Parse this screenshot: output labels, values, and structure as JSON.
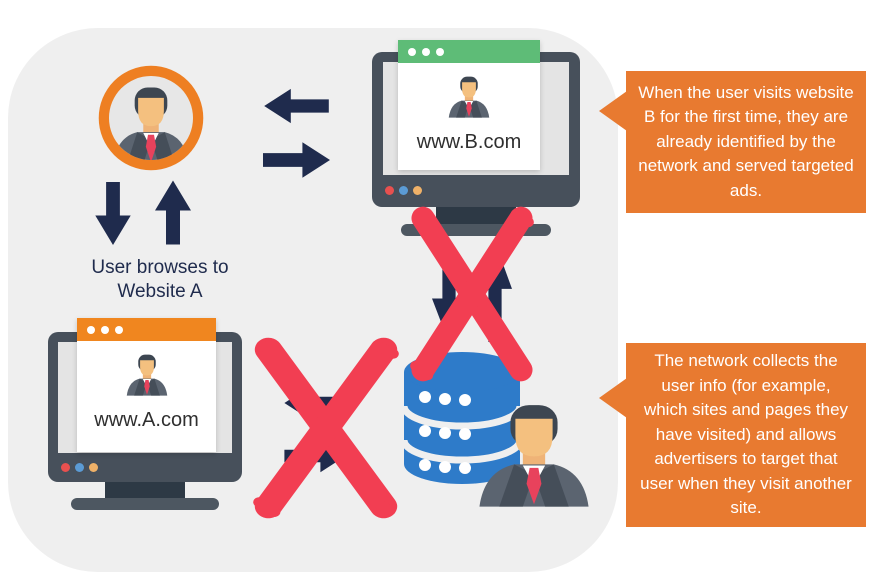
{
  "diagram": {
    "user": {
      "flow_label_line1": "User browses to",
      "flow_label_line2": "Website A"
    },
    "website_a": {
      "url": "www.A.com"
    },
    "website_b": {
      "url": "www.B.com"
    },
    "callout_b": {
      "text": "When the user visits website B for the first time, they are already identified by the network and served targeted ads."
    },
    "callout_network": {
      "text": "The network collects the user info (for example, which sites and pages they have visited) and allows advertisers to target that user when they visit another site."
    },
    "icons": {
      "user_avatar": "user-avatar-icon",
      "browser_person": "person-icon",
      "database": "database-icon",
      "network_agent": "ad-network-agent-icon",
      "blocked": "x-mark-icon",
      "exchange": "arrow-icon"
    },
    "colors": {
      "panel_bg": "#EFEFEF",
      "callout_orange": "#E87A30",
      "avatar_ring_orange": "#EE7F22",
      "browser_bar_orange": "#F0861F",
      "browser_bar_green": "#5EBC77",
      "arrow_navy": "#1F2B4D",
      "x_mark_red": "#F23E52",
      "database_blue": "#2E7BC9",
      "monitor_slate": "#47505B",
      "callout_text": "#FFFFFF"
    }
  }
}
